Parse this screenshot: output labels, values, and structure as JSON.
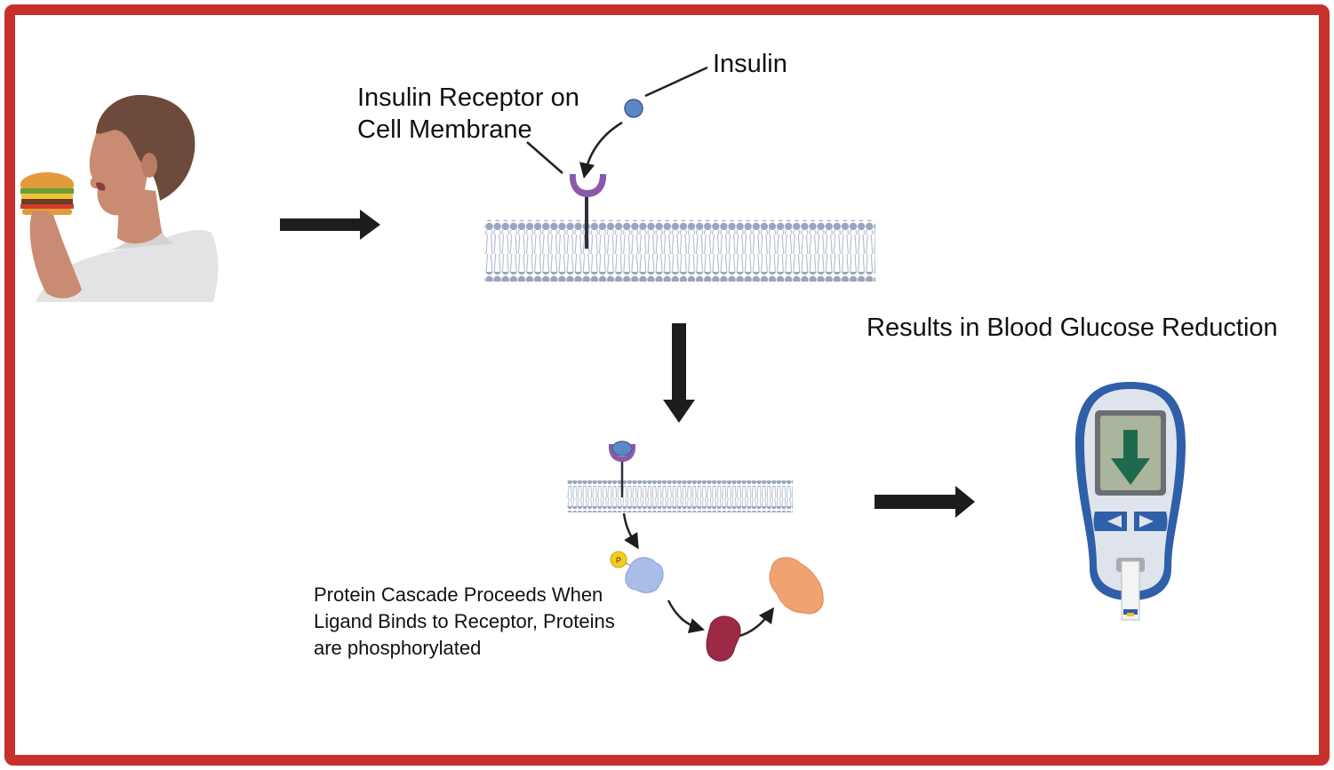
{
  "labels": {
    "insulin": "Insulin",
    "receptor_line1": "Insulin Receptor on",
    "receptor_line2": "Cell Membrane",
    "results": "Results in Blood Glucose Reduction",
    "cascade_line1": "Protein Cascade Proceeds When",
    "cascade_line2": "Ligand Binds to Receptor, Proteins",
    "cascade_line3": "are phosphorylated",
    "phospho_badge": "P"
  },
  "colors": {
    "frame": "#c8302c",
    "arrow": "#1d1d1d",
    "membrane": "#9aa6bd",
    "receptor": "#8a5aa8",
    "insulin": "#5b86c8",
    "protein_blue": "#a9bde8",
    "protein_red": "#9c2a45",
    "protein_orange": "#f0a270",
    "phosphate": "#f2cf1d",
    "meter_body": "#2f5fa8",
    "meter_screen": "#a9b59c",
    "meter_arrow": "#1f6a4c"
  },
  "icons": [
    "person-eating-burger-icon",
    "glucose-meter-icon",
    "down-arrow-icon"
  ]
}
